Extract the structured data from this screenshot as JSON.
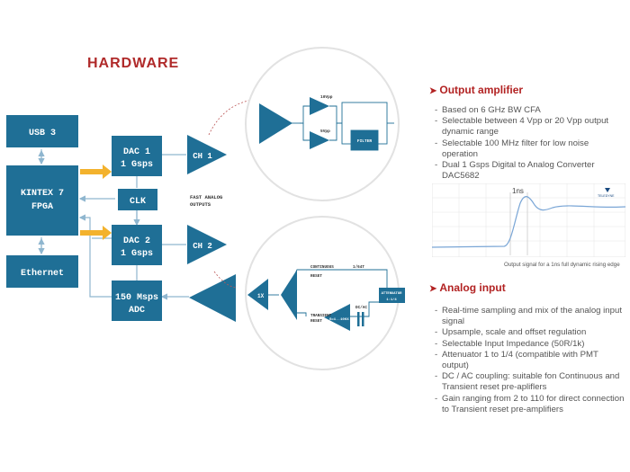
{
  "title": "HARDWARE",
  "blocks": {
    "usb": "USB 3",
    "fpga_line1": "KINTEX 7",
    "fpga_line2": "FPGA",
    "ethernet": "Ethernet",
    "dac1_line1": "DAC 1",
    "dac1_line2": "1 Gsps",
    "dac2_line1": "DAC 2",
    "dac2_line2": "1 Gsps",
    "clk": "CLK",
    "adc_line1": "150 Msps",
    "adc_line2": "ADC",
    "ch1": "CH 1",
    "ch2": "CH 2",
    "fast_line1": "FAST ANALOG",
    "fast_line2": "OUTPUTS"
  },
  "zoom_top": {
    "vpp_top": "10Vpp",
    "vpp_bottom": "5Vpp",
    "filter": "FILTER"
  },
  "zoom_bottom": {
    "one_x": "1X",
    "continuous": "CONTINUOUS",
    "reset": "RESET",
    "onesixty": "1/64T",
    "transient": "TRANSIENT",
    "reset2": "RESET",
    "gain": "G=1..100X",
    "dcac": "DC/AC",
    "attenuator_line1": "ATTENUATOR",
    "attenuator_line2": "1:1/4"
  },
  "output_amplifier": {
    "heading": "Output amplifier",
    "items": [
      "Based on 6 GHz BW CFA",
      "Selectable between 4 Vpp or 20 Vpp output dynamic range",
      "Selectable 100 MHz filter for low noise operation",
      "Dual 1 Gsps Digital to Analog Converter  DAC5682"
    ]
  },
  "signal_plot": {
    "marker_label": "1ns",
    "logo_text": "TELEDYNE",
    "caption": "Output signal for a 1ns full dynamic rising edge"
  },
  "analog_input": {
    "heading": "Analog input",
    "items": [
      "Real-time sampling and mix of the analog input signal",
      "Upsample, scale and offset regulation",
      "Selectable Input Impedance (50R/1k)",
      "Attenuator 1 to 1/4 (compatible with PMT output)",
      "DC / AC coupling: suitable fon Continuous and Transient reset pre-apliflers",
      "Gain ranging from 2 to 110 for direct connection to Transient reset pre-amplifiers"
    ]
  },
  "colors": {
    "block": "#1f6f96",
    "accent": "#b22222",
    "arrow": "#f3b22d",
    "line": "#8fb6cf"
  }
}
